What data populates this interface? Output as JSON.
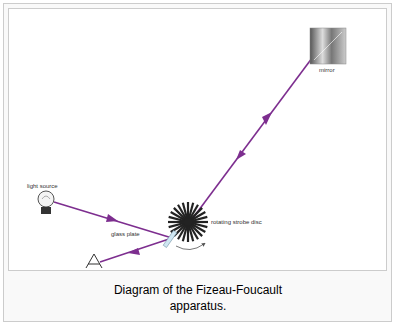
{
  "diagram": {
    "caption": "Diagram of the Fizeau-Foucault apparatus.",
    "labels": [
      "mirror",
      "light source",
      "rotating strobe disc",
      "glass plate"
    ]
  }
}
